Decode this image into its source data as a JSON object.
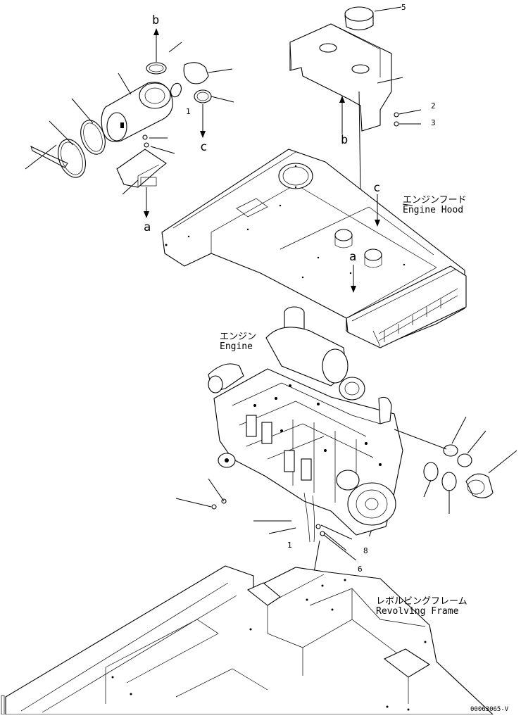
{
  "labels": {
    "engine_hood_jp": "エンジンフード",
    "engine_hood_en": "Engine Hood",
    "engine_jp": "エンジン",
    "engine_en": "Engine",
    "frame_jp": "レボルビングフレーム",
    "frame_en": "Revolving Frame"
  },
  "callouts": {
    "a_left": "a",
    "a_hood": "a",
    "b_left": "b",
    "b_right": "b",
    "c_left": "c",
    "c_hood": "c"
  },
  "item_numbers": {
    "top_right_5": "5",
    "right_2": "2",
    "right_3": "3",
    "left_1": "1",
    "lower_7": "7",
    "lower_1": "1",
    "lower_8": "8",
    "lower_6": "6"
  },
  "drawing_code": "00063065-V"
}
